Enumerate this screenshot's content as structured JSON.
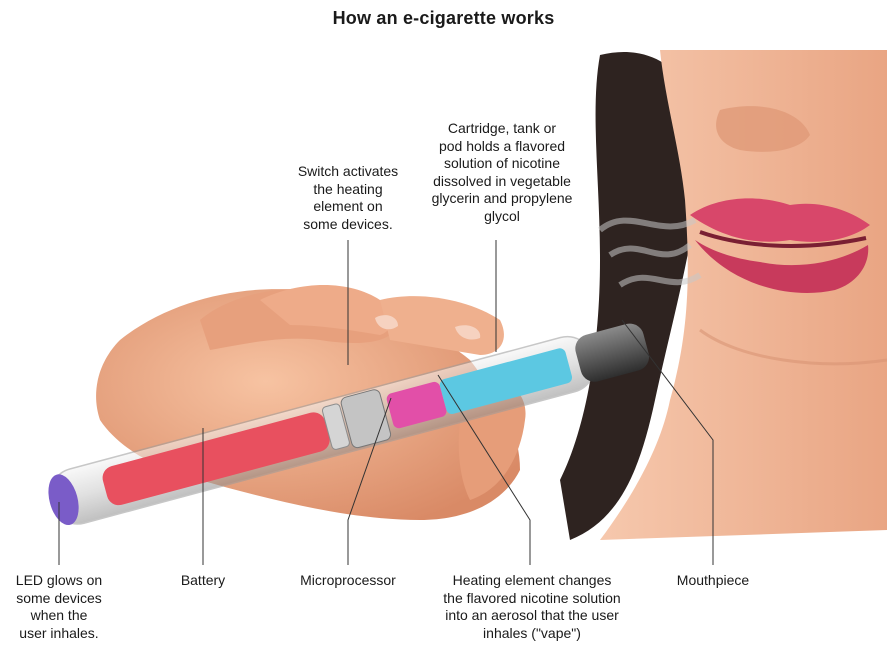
{
  "title": "How an e-cigarette works",
  "labels": {
    "switch": "Switch activates\nthe heating\nelement on\nsome devices.",
    "cartridge": "Cartridge, tank or\npod holds a flavored\nsolution of nicotine\ndissolved in vegetable\nglycerin and propylene\nglycol",
    "led": "LED glows on\nsome devices\nwhen the\nuser inhales.",
    "battery": "Battery",
    "microprocessor": "Microprocessor",
    "heating": "Heating element changes\nthe flavored nicotine solution\ninto an aerosol that the user\ninhales (\"vape\")",
    "mouthpiece": "Mouthpiece"
  },
  "colors": {
    "battery": "#e8505f",
    "cartridge_liquid": "#5cc8e2",
    "heating_element": "#e24fa8",
    "led": "#7a5cc8",
    "skin": "#f1b391",
    "lips": "#d8476a",
    "hair": "#2e2320"
  }
}
